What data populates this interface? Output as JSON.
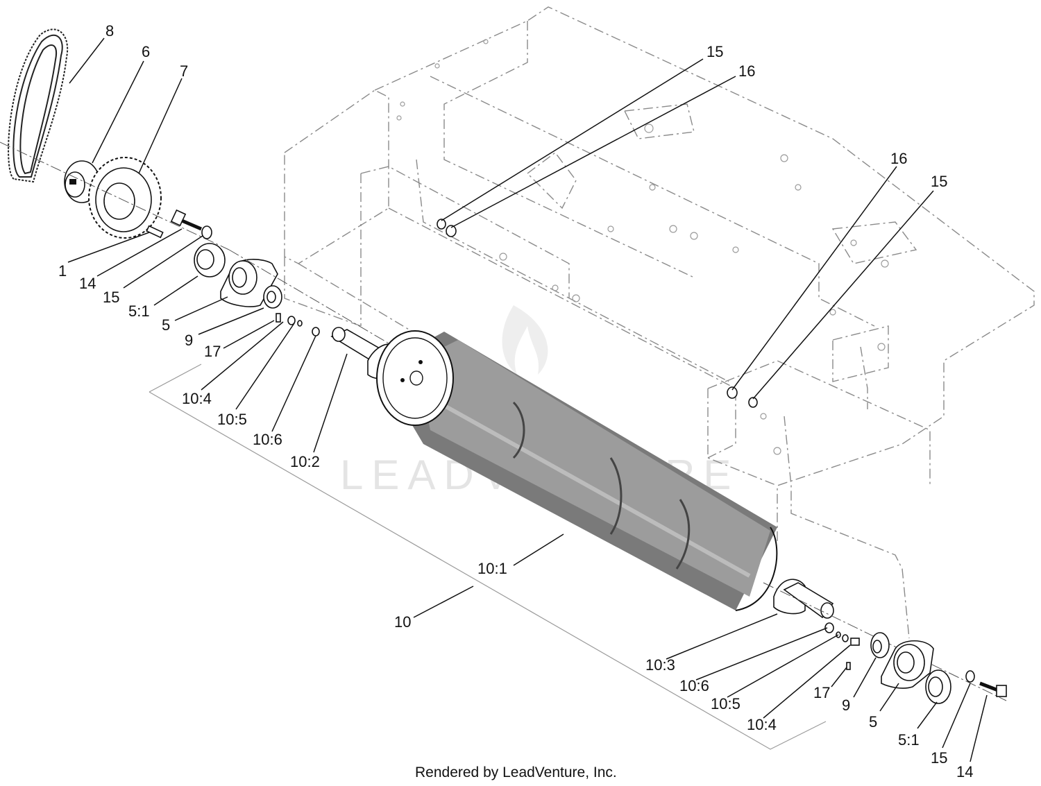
{
  "diagram": {
    "labels": {
      "chain": "8",
      "hub": "6",
      "sprocket": "7",
      "key": "1",
      "bolt_left": "14",
      "washer_left": "15",
      "bearing_insert_left": "5:1",
      "flange_left": "5",
      "spacer_left": "9",
      "pin_left": "17",
      "part_10_4_left": "10:4",
      "part_10_5_left": "10:5",
      "part_10_6_left": "10:6",
      "shaft_left": "10:2",
      "roller_tube": "10:1",
      "roller_assembly": "10",
      "washer_frame_left": "15",
      "spacer_frame_left": "16",
      "spacer_frame_right": "16",
      "washer_frame_right": "15",
      "shaft_right": "10:3",
      "part_10_6_right": "10:6",
      "part_10_5_right": "10:5",
      "part_10_4_right": "10:4",
      "pin_right": "17",
      "spacer_right": "9",
      "flange_right": "5",
      "bearing_insert_right": "5:1",
      "washer_right": "15",
      "bolt_right": "14"
    },
    "watermark": "LEADVENTURE",
    "footer": "Rendered by LeadVenture, Inc."
  }
}
